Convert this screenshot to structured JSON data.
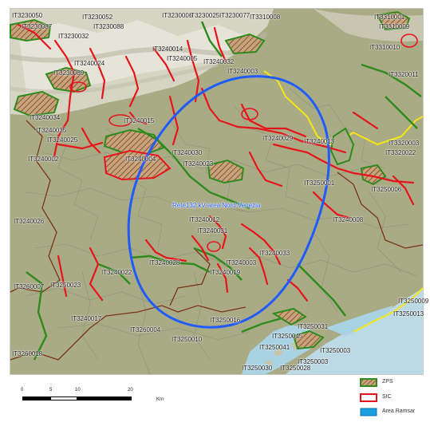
{
  "map": {
    "project_area_label": "Rete132 kV area Nord Venezia",
    "colors": {
      "land": "#a9ab85",
      "relief": "#d9d7c8",
      "sea": "#bcd9e6",
      "lagoon": "#a9d3e3",
      "sic": "#e8141c",
      "zps": "#2e8b1c",
      "hatch_fill": "#c9a27a",
      "project_area": "#1f5bff",
      "province_border": "#7a3318",
      "regional_border": "#f5e614",
      "municipal_border": "#8c8c7a"
    },
    "site_codes": [
      "IT3230050",
      "IT3230052",
      "IT3230087",
      "IT3230032",
      "IT3230088",
      "IT3230006",
      "IT3230025",
      "IT3230077",
      "IT3310008",
      "IT3310001",
      "IT3310009",
      "IT3240024",
      "IT3240014",
      "IT3240005",
      "IT3240032",
      "IT3240003",
      "IT3230089",
      "IT3310010",
      "IT3320011",
      "IT3240034",
      "IT3240035",
      "IT3240015",
      "IT3240025",
      "IT3240002",
      "IT3240004",
      "IT3240030",
      "IT3240023",
      "IT3240029",
      "IT3240013",
      "IT3320003",
      "IT3320022",
      "IT3250001",
      "IT3250006",
      "IT3240026",
      "IT3240012",
      "IT3240031",
      "IT3240008",
      "IT3240028",
      "IT3240019",
      "IT3240033",
      "IT3240003",
      "IT3240022",
      "IT3260007",
      "IT3250023",
      "IT3240017",
      "IT3260004",
      "IT3250010",
      "IT3260018",
      "IT3250016",
      "IT3250003",
      "IT3250041",
      "IT3250045",
      "IT3250003",
      "IT3250030",
      "IT3250028",
      "IT3250013",
      "IT3250009",
      "IT3250031"
    ]
  },
  "scale_bar": {
    "ticks": [
      "0",
      "5",
      "10",
      "20"
    ],
    "unit": "Km"
  },
  "legend": {
    "items": [
      {
        "label": "ZPS",
        "swatch": "zps"
      },
      {
        "label": "SIC",
        "swatch": "sic"
      },
      {
        "label": "Area Ramsar",
        "swatch": "ramsar"
      }
    ]
  }
}
